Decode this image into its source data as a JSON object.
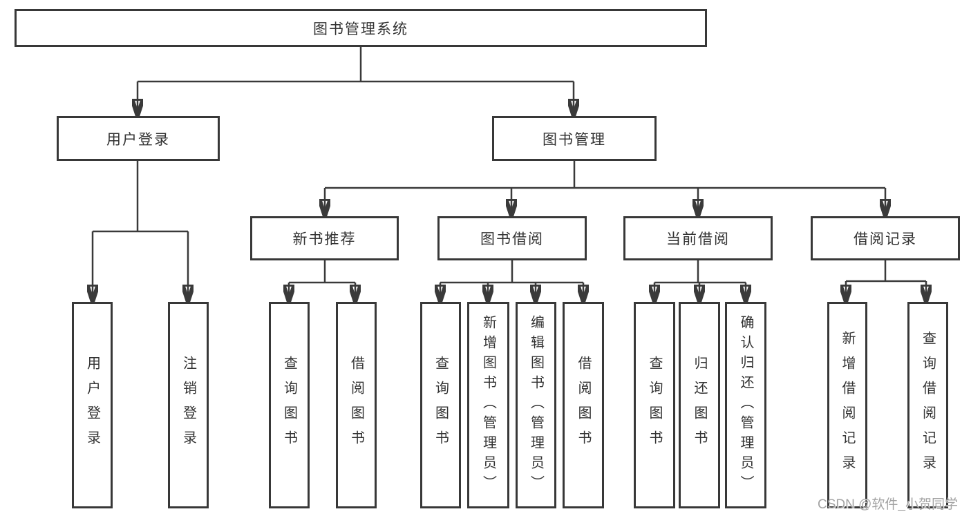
{
  "diagram_type": "function-structure-tree",
  "colors": {
    "line": "#3a3a3a",
    "box_border": "#383838",
    "text": "#333333",
    "background": "#ffffff",
    "watermark": "#a3a3a3"
  },
  "tree": {
    "label": "图书管理系统",
    "children": [
      {
        "label": "用户登录",
        "children": [
          {
            "label": "用户登录"
          },
          {
            "label": "注销登录"
          }
        ]
      },
      {
        "label": "图书管理",
        "children": [
          {
            "label": "新书推荐",
            "children": [
              {
                "label": "查询图书"
              },
              {
                "label": "借阅图书"
              }
            ]
          },
          {
            "label": "图书借阅",
            "children": [
              {
                "label": "查询图书"
              },
              {
                "label": "新增图书（管理员）"
              },
              {
                "label": "编辑图书（管理员）"
              },
              {
                "label": "借阅图书"
              }
            ]
          },
          {
            "label": "当前借阅",
            "children": [
              {
                "label": "查询图书"
              },
              {
                "label": "归还图书"
              },
              {
                "label": "确认归还（管理员）"
              }
            ]
          },
          {
            "label": "借阅记录",
            "children": [
              {
                "label": "新增借阅记录"
              },
              {
                "label": "查询借阅记录"
              }
            ]
          }
        ]
      }
    ]
  },
  "watermark": {
    "text": "CSDN @软件_小贺同学"
  }
}
